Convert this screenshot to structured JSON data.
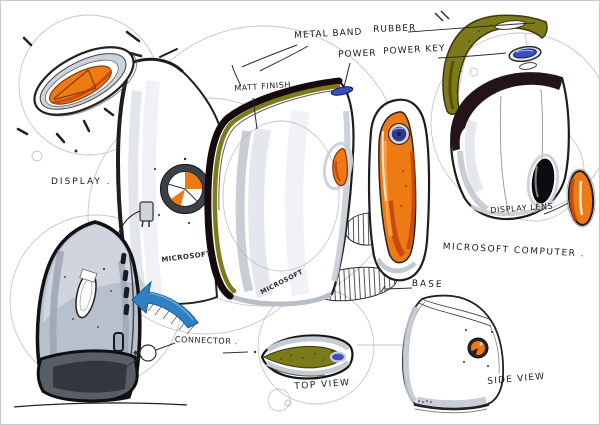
{
  "artwork": {
    "type": "industrial design concept sketch",
    "subject": "Microsoft computer concept",
    "background": "#ffffff",
    "border_color": "#c9c9c9"
  },
  "palette": {
    "ink": "#1e1e1e",
    "construction": "#b3b3b3",
    "orange": "#ee7a14",
    "orange_dark": "#c1440e",
    "olive": "#7d7a1a",
    "olive_dark": "#4a480e",
    "charcoal": "#241318",
    "silver": "#c6ccd4",
    "silver_light": "#e2e6ea",
    "body_gray": "#b8c0cd",
    "base_gray": "#585d66",
    "blue_key": "#3b4fc0",
    "blue_arrow": "#2f80c2"
  },
  "annotations": {
    "metal_band": "METAL BAND",
    "rubber": "RUBBER",
    "power": "POWER",
    "power_key": "POWER KEY",
    "matt_finish": "MATT FINISH",
    "display": "DISPLAY .",
    "display_lens": "DISPLAY LENS",
    "microsoft_computer": "MICROSOFT COMPUTER .",
    "base": "BASE",
    "connector": "CONNECTOR .",
    "top_view": "TOP VIEW",
    "side_view": "SIDE VIEW"
  },
  "device_text": {
    "brand_left": "MICROSOFT",
    "brand_main": "MICROSOFT"
  }
}
